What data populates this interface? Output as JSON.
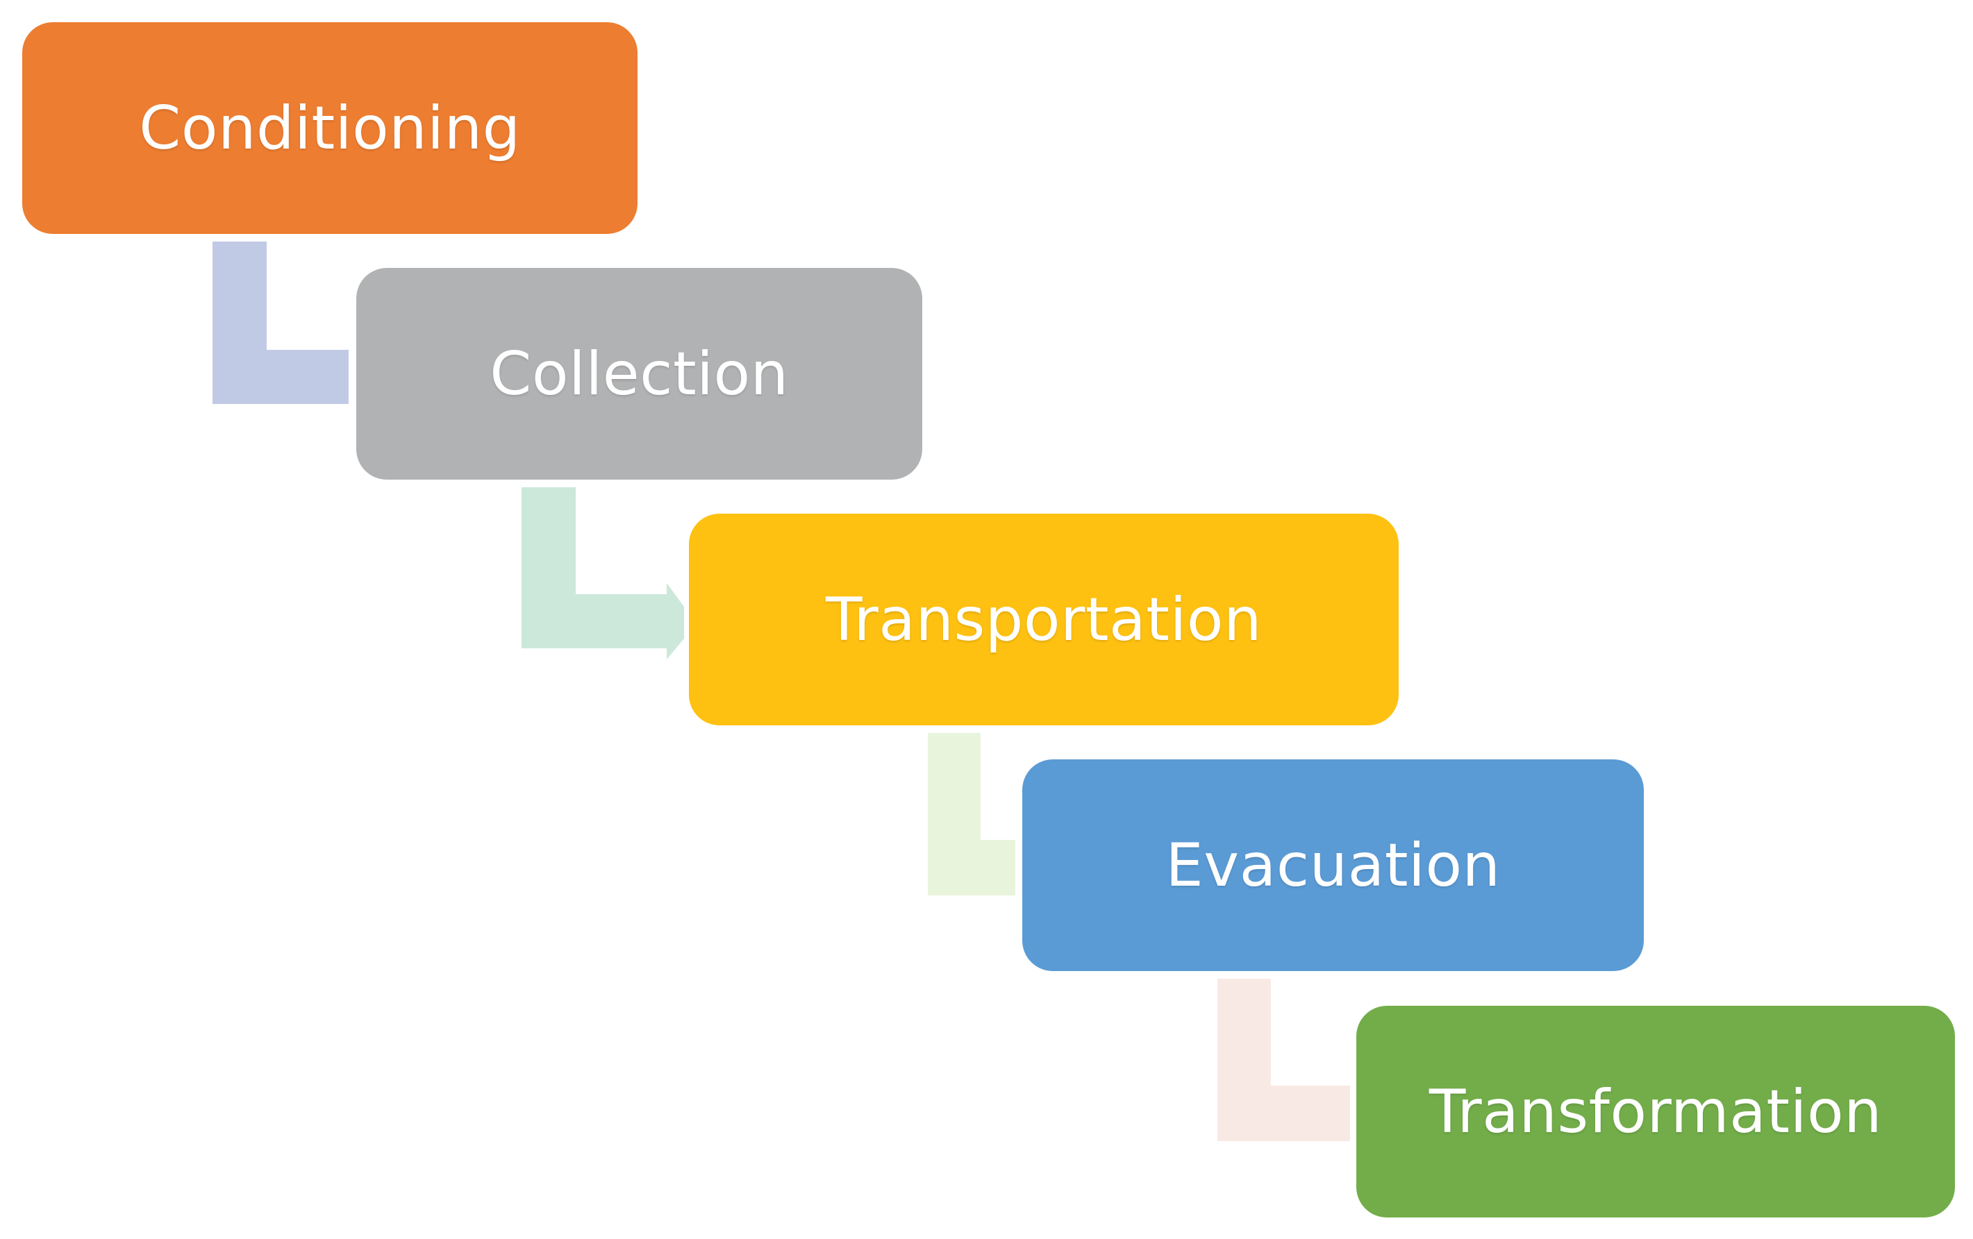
{
  "steps": [
    {
      "label": "Conditioning",
      "color": "#ED7D31"
    },
    {
      "label": "Collection",
      "color": "#B1B2B3"
    },
    {
      "label": "Transportation",
      "color": "#FEC111"
    },
    {
      "label": "Evacuation",
      "color": "#5B9BD5"
    },
    {
      "label": "Transformation",
      "color": "#72AD4A"
    }
  ],
  "connectors": [
    {
      "color": "#C1CAE5"
    },
    {
      "color": "#CCE8DB"
    },
    {
      "color": "#E9F4DC"
    },
    {
      "color": "#F9E9E5"
    }
  ]
}
